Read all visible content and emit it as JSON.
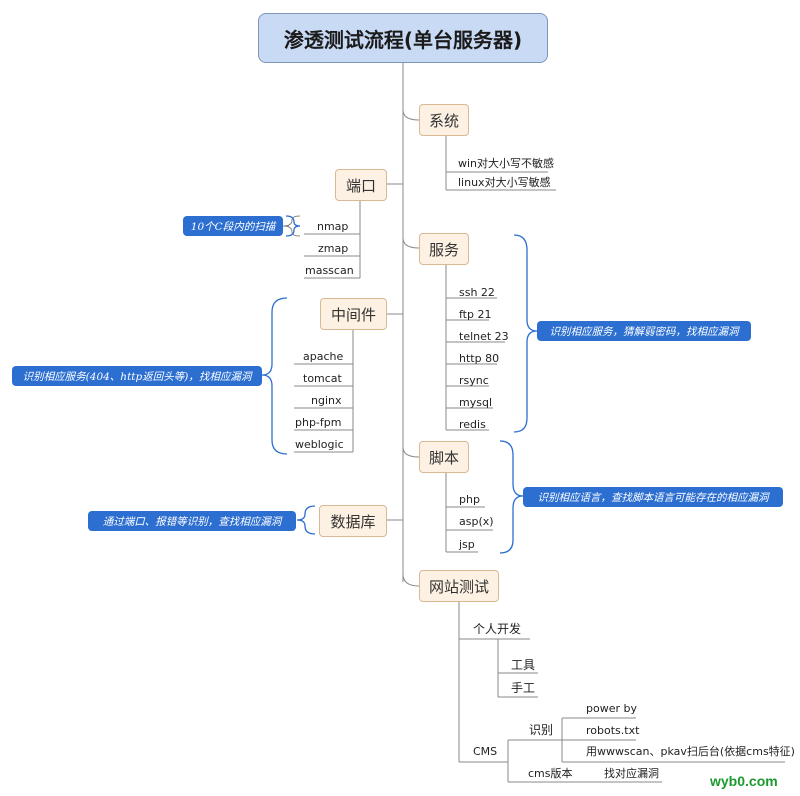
{
  "title": "渗透测试流程(单台服务器)",
  "topics": {
    "system": {
      "label": "系统",
      "items": [
        "win对大小写不敏感",
        "linux对大小写敏感"
      ]
    },
    "port": {
      "label": "端口",
      "items": [
        "nmap",
        "zmap",
        "masscan"
      ],
      "note": "10个C段内的扫描"
    },
    "service": {
      "label": "服务",
      "items": [
        "ssh 22",
        "ftp 21",
        "telnet 23",
        "http 80",
        "rsync",
        "mysql",
        "redis"
      ],
      "note": "识别相应服务，猜解弱密码，找相应漏洞"
    },
    "middleware": {
      "label": "中间件",
      "items": [
        "apache",
        "tomcat",
        "nginx",
        "php-fpm",
        "weblogic"
      ],
      "note": "识别相应服务(404、http返回头等)，找相应漏洞"
    },
    "script": {
      "label": "脚本",
      "items": [
        "php",
        "asp(x)",
        "jsp"
      ],
      "note": "识别相应语言，查找脚本语言可能存在的相应漏洞"
    },
    "database": {
      "label": "数据库",
      "note": "通过端口、报错等识别，查找相应漏洞"
    },
    "website": {
      "label": "网站测试",
      "personal": {
        "label": "个人开发",
        "items": [
          "工具",
          "手工"
        ]
      },
      "cms": {
        "label": "CMS",
        "identify": {
          "label": "识别",
          "items": [
            "power by",
            "robots.txt",
            "用wwwscan、pkav扫后台(依据cms特征)"
          ]
        },
        "version": {
          "label": "cms版本",
          "action": "找对应漏洞"
        }
      }
    }
  },
  "watermark": "wyb0.com"
}
